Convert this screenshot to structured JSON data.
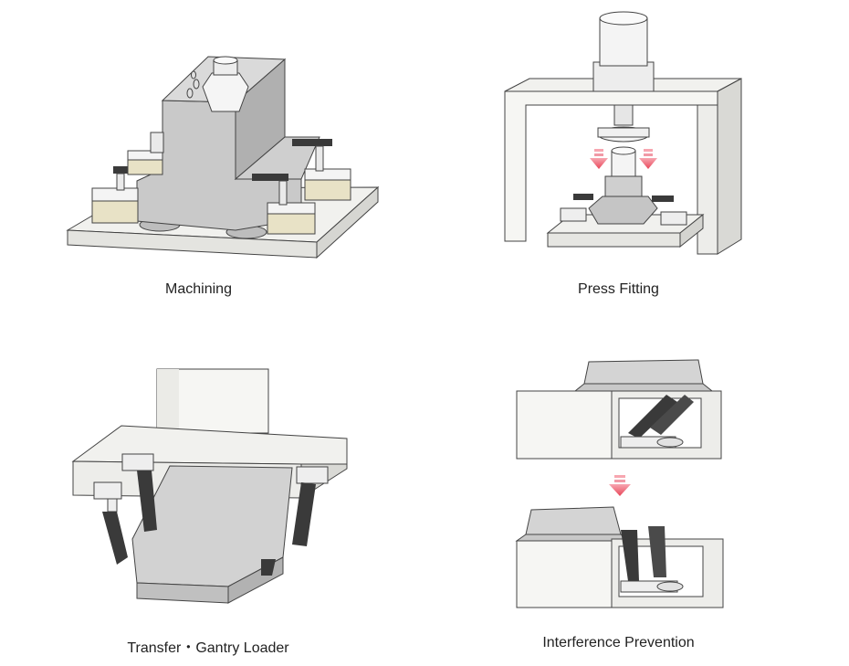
{
  "captions": {
    "machining": "Machining",
    "press_fitting": "Press Fitting",
    "transfer": "Transfer・Gantry Loader",
    "interference": "Interference Prevention"
  },
  "colors": {
    "base_light": "#f1f1ee",
    "outline": "#444444",
    "block_gray": "#c9c9c9",
    "block_dark": "#a9a9a9",
    "clamp_body": "#e8e2c6",
    "arm_dark": "#3a3a3a",
    "arrow_red": "#e8475a"
  },
  "icons": {
    "arrow": "down-arrow-icon"
  }
}
